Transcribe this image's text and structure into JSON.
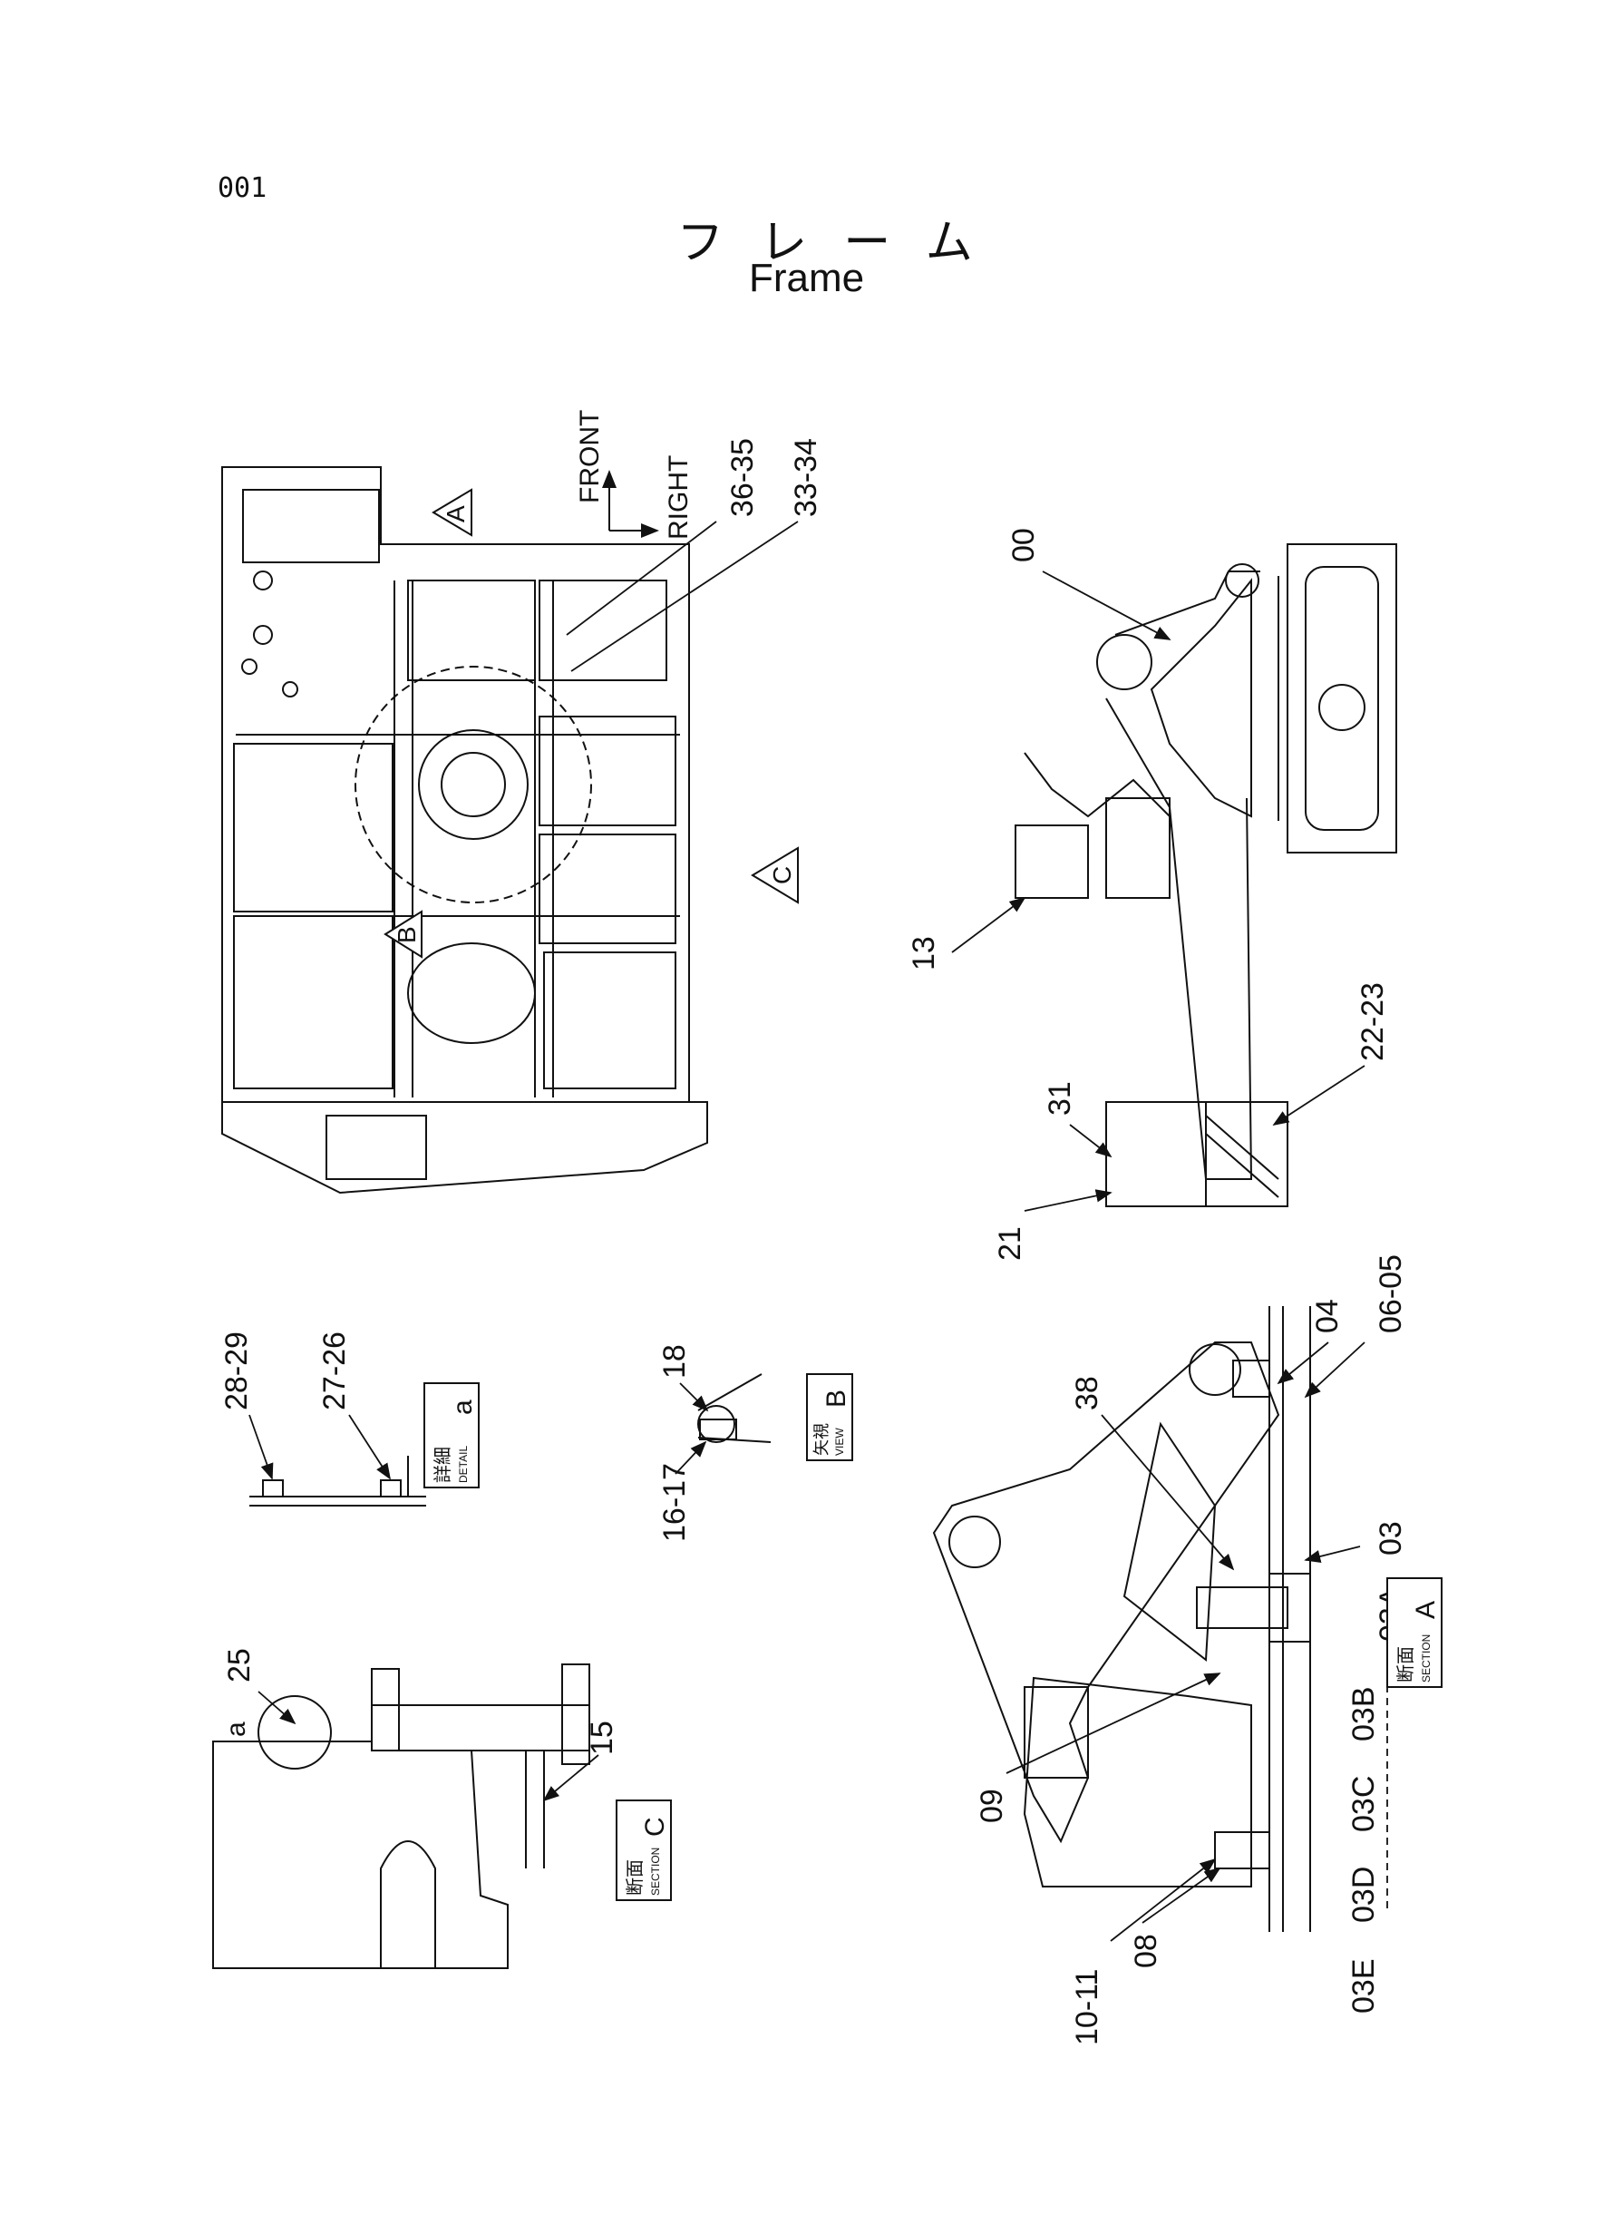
{
  "page_number": "001",
  "title_jp": "フレーム",
  "title_en": "Frame",
  "orientation": {
    "front": "FRONT",
    "right": "RIGHT"
  },
  "section_markers": [
    "A",
    "B",
    "C"
  ],
  "callouts": {
    "c36_35": "36-35",
    "c33_34": "33-34",
    "c00": "00",
    "c13": "13",
    "c22_23": "22-23",
    "c31": "31",
    "c21": "21",
    "c28_29": "28-29",
    "c27_26": "27-26",
    "c18": "18",
    "c16_17": "16-17",
    "c25": "25",
    "c_a": "a",
    "c15": "15",
    "c04": "04",
    "c06_05": "06-05",
    "c38": "38",
    "c03": "03",
    "c03A": "03A",
    "c03B": "03B",
    "c03C": "03C",
    "c03D": "03D",
    "c03E": "03E",
    "c09": "09",
    "c10_11": "10-11",
    "c08": "08"
  },
  "view_labels": {
    "detail_a": {
      "kanji": "詳細",
      "en": "DETAIL",
      "letter": "a"
    },
    "view_b": {
      "kanji": "矢視",
      "en": "VIEW",
      "letter": "B"
    },
    "section_a": {
      "kanji": "断面",
      "en": "SECTION",
      "letter": "A"
    },
    "section_c": {
      "kanji": "断面",
      "en": "SECTION",
      "letter": "C"
    }
  }
}
